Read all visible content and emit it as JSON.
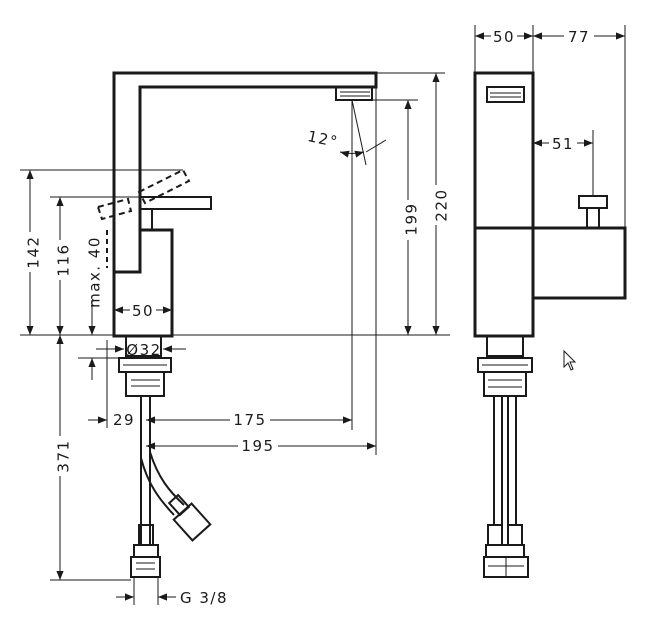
{
  "dimensions": {
    "side_width_top": "50",
    "side_depth_top": "77",
    "side_lever_offset": "51",
    "total_height": "220",
    "spout_height": "199",
    "spout_angle": "12°",
    "lever_height_raised": "142",
    "lever_height": "116",
    "max_deck": "max. 40",
    "body_width": "50",
    "base_diameter": "Ø32",
    "deck_offset": "29",
    "spout_reach": "175",
    "overall_reach": "195",
    "hose_length": "371",
    "connection_thread": "G 3/8"
  },
  "colors": {
    "line": "#1a1a1a",
    "background": "#ffffff"
  },
  "icons": {
    "cursor": "mouse-pointer-icon"
  }
}
